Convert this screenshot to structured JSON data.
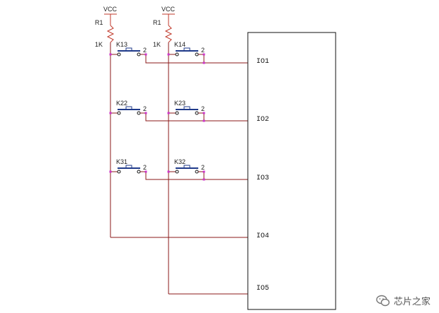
{
  "colors": {
    "wire": "#8b1a1a",
    "pullup": "#c0392b",
    "node": "#cc33cc",
    "button": "#1f3a8a",
    "ink": "#111111"
  },
  "supplies": [
    {
      "vcc": "VCC",
      "ref": "R1",
      "value": "1K"
    },
    {
      "vcc": "VCC",
      "ref": "R1",
      "value": "1K"
    }
  ],
  "switches": [
    {
      "ref": "K13",
      "pin": "2"
    },
    {
      "ref": "K14",
      "pin": "2"
    },
    {
      "ref": "K22",
      "pin": "2"
    },
    {
      "ref": "K23",
      "pin": "2"
    },
    {
      "ref": "K31",
      "pin": "2"
    },
    {
      "ref": "K32",
      "pin": "2"
    }
  ],
  "ports": [
    "IO1",
    "IO2",
    "IO3",
    "IO4",
    "IO5"
  ],
  "watermark": {
    "text": "芯片之家",
    "icon": "wechat-icon"
  }
}
